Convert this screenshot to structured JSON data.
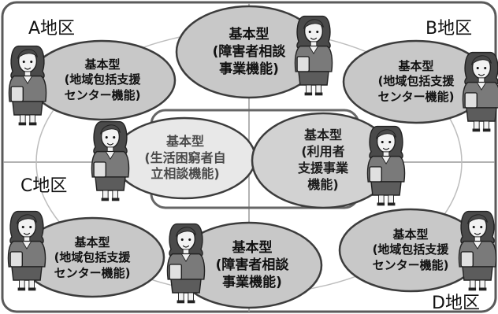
{
  "colors": {
    "frame_stroke": "#5a5a5a",
    "ellipse_fill_dark": "#c8c8c8",
    "ellipse_fill_mid": "#d2d2d2",
    "ellipse_fill_light": "#e8e8e8",
    "ellipse_stroke": "#3c3c3c",
    "inner_box_stroke": "#666666",
    "divider": "#9a9a9a",
    "big_ring": "#bdbdbd"
  },
  "districts": {
    "a": "A地区",
    "b": "B地区",
    "c": "C地区",
    "d": "D地区"
  },
  "nodes": {
    "top_center": "基本型\n(障害者相談\n事業機能)",
    "a_center": "基本型\n(地域包括支援\nセンター機能)",
    "b_center": "基本型\n(地域包括支援\nセンター機能)",
    "center_left": "基本型\n(生活困窮者自\n立相談機能)",
    "center_right": "基本型\n(利用者\n支援事業\n機能)",
    "c_center": "基本型\n(地域包括支援\nセンター機能)",
    "bottom_center": "基本型\n(障害者相談\n事業機能)",
    "d_center": "基本型\n(地域包括支援\nセンター機能)"
  },
  "figure_icon": "woman-staff-icon"
}
